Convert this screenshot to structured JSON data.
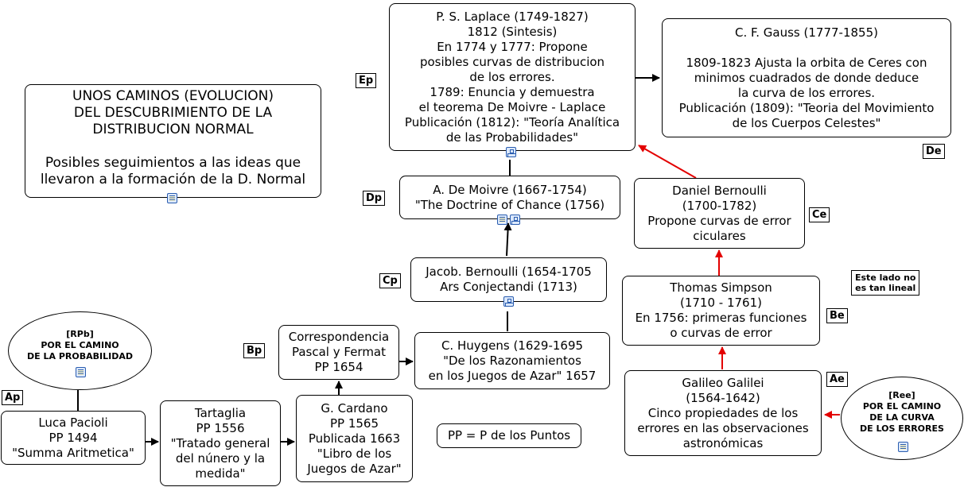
{
  "colors": {
    "link": "#000000",
    "error_path": "#e30000",
    "icon": "#2a5db0"
  },
  "nodes": {
    "title": [
      "UNOS CAMINOS (EVOLUCION)",
      "DEL DESCUBRIMIENTO DE LA",
      "DISTRIBUCION NORMAL",
      "",
      "Posibles seguimientos a las ideas que",
      "llevaron a la formación de la D. Normal"
    ],
    "laplace": [
      "P. S. Laplace (1749-1827)",
      "1812 (Sintesis)",
      "En 1774 y 1777: Propone",
      "posibles curvas de distribucion",
      "de los errores.",
      "1789: Enuncia y demuestra",
      "el teorema De Moivre - Laplace",
      "Publicación (1812): \"Teoría Analítica",
      "de las Probabilidades\""
    ],
    "gauss": [
      "C. F. Gauss (1777-1855)",
      "",
      "1809-1823 Ajusta la orbita de Ceres con",
      "minimos cuadrados de donde deduce",
      "la curva de los errores.",
      "Publicación (1809): \"Teoria del Movimiento",
      "de los Cuerpos Celestes\""
    ],
    "demoivre": [
      "A. De Moivre (1667-1754)",
      "\"The Doctrine of Chance (1756)"
    ],
    "dbernoulli": [
      "Daniel Bernoulli",
      "(1700-1782)",
      "Propone curvas de error",
      "ciculares"
    ],
    "jbernoulli": [
      "Jacob. Bernoulli (1654-1705",
      "Ars Conjectandi (1713)"
    ],
    "simpson": [
      "Thomas Simpson",
      "(1710 - 1761)",
      "En 1756: primeras funciones",
      "o curvas de error"
    ],
    "correspondencia": [
      "Correspondencia",
      "Pascal y Fermat",
      "PP 1654"
    ],
    "huygens": [
      "C. Huygens (1629-1695",
      "\"De los Razonamientos",
      "en los Juegos de Azar\" 1657"
    ],
    "galileo": [
      "Galileo Galilei",
      "(1564-1642)",
      "Cinco propiedades de los",
      "errores en las observaciones",
      "astronómicas"
    ],
    "pacioli": [
      "Luca Pacioli",
      "PP 1494",
      "\"Summa Aritmetica\""
    ],
    "tartaglia": [
      "Tartaglia",
      "PP 1556",
      "\"Tratado general",
      "del núnero y la",
      "medida\""
    ],
    "cardano": [
      "G. Cardano",
      "PP 1565",
      "Publicada 1663",
      "\"Libro de los",
      "Juegos de Azar\""
    ],
    "pp_note": [
      "PP = P de los Puntos"
    ]
  },
  "ellipses": {
    "probabilidad": [
      "[RPb]",
      "POR EL CAMINO",
      "DE LA PROBABILIDAD"
    ],
    "errores": [
      "[Ree]",
      "POR EL CAMINO",
      "DE LA CURVA",
      "DE LOS ERRORES"
    ]
  },
  "tags": {
    "ep": "Ep",
    "de": "De",
    "dp": "Dp",
    "ce": "Ce",
    "cp": "Cp",
    "be": "Be",
    "bp": "Bp",
    "ap": "Ap",
    "ae": "Ae"
  },
  "note": [
    "Este lado no",
    "es tan lineal"
  ]
}
